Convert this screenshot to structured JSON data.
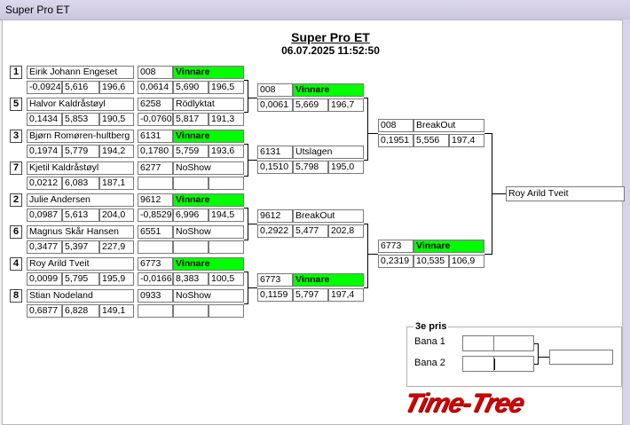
{
  "window": {
    "title": "Super Pro ET"
  },
  "header": {
    "title": "Super Pro ET",
    "datetime": "06.07.2025 11:52:50"
  },
  "round1": [
    {
      "seed": "1",
      "name": "Eirik Johann Engeset",
      "rt": "-0,0924",
      "et": "5,616",
      "spd": "196,6",
      "car": "008",
      "status": "Vinnare",
      "win": true,
      "rt2": "0,0614",
      "et2": "5,690",
      "spd2": "196,5"
    },
    {
      "seed": "5",
      "name": "Halvor Kaldråstøyl",
      "rt": "0,1434",
      "et": "5,853",
      "spd": "190,5",
      "car": "6258",
      "status": "Rödlyktat",
      "win": false,
      "rt2": "-0,0760",
      "et2": "5,817",
      "spd2": "191,3"
    },
    {
      "seed": "3",
      "name": "Bjørn Romøren-hultberg",
      "rt": "0,1974",
      "et": "5,779",
      "spd": "194,2",
      "car": "6131",
      "status": "Vinnare",
      "win": true,
      "rt2": "0,1780",
      "et2": "5,759",
      "spd2": "193,6"
    },
    {
      "seed": "7",
      "name": "Kjetil Kaldråstøyl",
      "rt": "0,0212",
      "et": "6,083",
      "spd": "187,1",
      "car": "6277",
      "status": "NoShow",
      "win": false,
      "rt2": "",
      "et2": "",
      "spd2": ""
    },
    {
      "seed": "2",
      "name": "Julie  Andersen",
      "rt": "0,0987",
      "et": "5,613",
      "spd": "204,0",
      "car": "9612",
      "status": "Vinnare",
      "win": true,
      "rt2": "-0,8529",
      "et2": "6,996",
      "spd2": "194,5"
    },
    {
      "seed": "6",
      "name": "Magnus Skår Hansen",
      "rt": "0,3477",
      "et": "5,397",
      "spd": "227,9",
      "car": "6551",
      "status": "NoShow",
      "win": false,
      "rt2": "",
      "et2": "",
      "spd2": ""
    },
    {
      "seed": "4",
      "name": "Roy Arild Tveit",
      "rt": "0,0099",
      "et": "5,795",
      "spd": "195,9",
      "car": "6773",
      "status": "Vinnare",
      "win": true,
      "rt2": "-0,0166",
      "et2": "8,383",
      "spd2": "100,5"
    },
    {
      "seed": "8",
      "name": "Stian Nodeland",
      "rt": "0,6877",
      "et": "6,828",
      "spd": "149,1",
      "car": "0933",
      "status": "NoShow",
      "win": false,
      "rt2": "",
      "et2": "",
      "spd2": ""
    }
  ],
  "round2": [
    {
      "car": "008",
      "status": "Vinnare",
      "win": true,
      "rt": "0,0061",
      "et": "5,669",
      "spd": "196,7"
    },
    {
      "car": "6131",
      "status": "Utslagen",
      "win": false,
      "rt": "0,1510",
      "et": "5,798",
      "spd": "195,0"
    },
    {
      "car": "9612",
      "status": "BreakOut",
      "win": false,
      "rt": "0,2922",
      "et": "5,477",
      "spd": "202,8"
    },
    {
      "car": "6773",
      "status": "Vinnare",
      "win": true,
      "rt": "0,1159",
      "et": "5,797",
      "spd": "197,4"
    }
  ],
  "round3": [
    {
      "car": "008",
      "status": "BreakOut",
      "win": false,
      "rt": "0,1951",
      "et": "5,556",
      "spd": "197,4"
    },
    {
      "car": "6773",
      "status": "Vinnare",
      "win": true,
      "rt": "0,2319",
      "et": "10,535",
      "spd": "106,9"
    }
  ],
  "winner": {
    "name": "Roy Arild Tveit"
  },
  "third_prize": {
    "title": "3e pris",
    "bana1_label": "Bana 1",
    "bana2_label": "Bana 2"
  },
  "logo": {
    "text": "Time-Tree"
  }
}
